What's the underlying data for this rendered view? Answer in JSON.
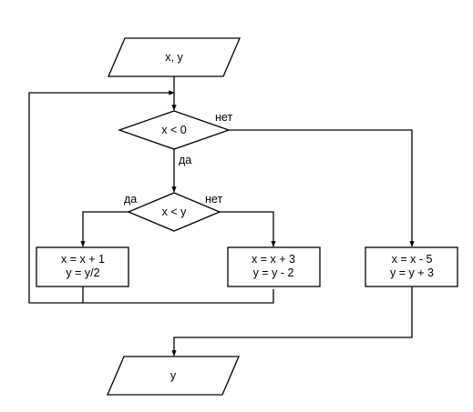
{
  "nodes": {
    "input": {
      "text": "x, y"
    },
    "cond_x_lt_0": {
      "text": "x < 0"
    },
    "cond_x_lt_y": {
      "text": "x < y"
    },
    "proc_left": {
      "line1": "x = x + 1",
      "line2": "y = y/2"
    },
    "proc_mid": {
      "line1": "x = x + 3",
      "line2": "y = y - 2"
    },
    "proc_right": {
      "line1": "x = x - 5",
      "line2": "y = y + 3"
    },
    "output": {
      "text": "y"
    }
  },
  "edge_labels": {
    "cond1_no": "нет",
    "cond1_yes": "да",
    "cond2_yes": "да",
    "cond2_no": "нет"
  }
}
